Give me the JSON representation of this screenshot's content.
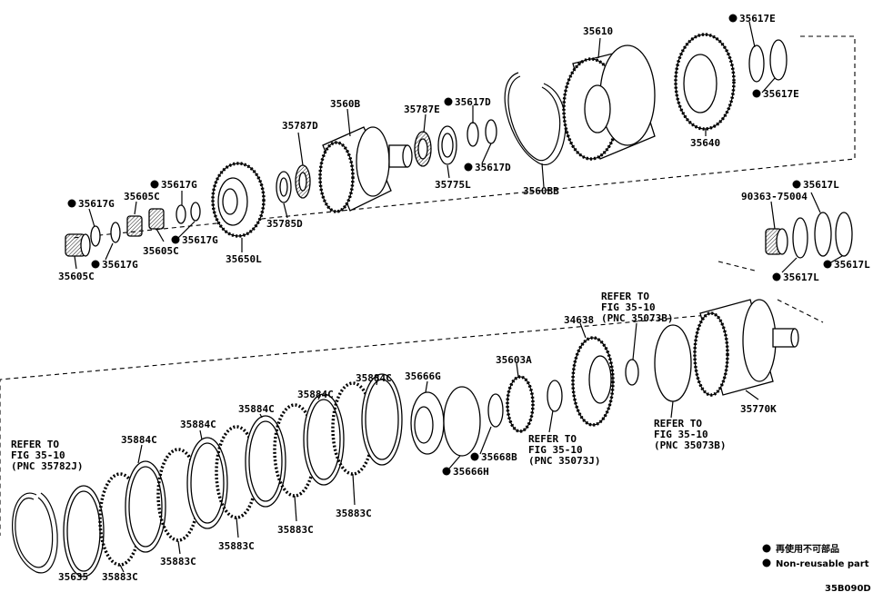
{
  "diagram_code": "35B090D",
  "legend": {
    "jp": "再使用不可部品",
    "en": "Non-reusable part"
  },
  "labels": {
    "p35617E_top": "35617E",
    "p35610": "35610",
    "p35617E_bot": "35617E",
    "p35640": "35640",
    "p3560B": "3560B",
    "p35787D": "35787D",
    "p35787E": "35787E",
    "p35617D_top": "35617D",
    "p35617D_bot": "35617D",
    "p35775L": "35775L",
    "p3560BB": "3560BB",
    "p35785D": "35785D",
    "p35650L": "35650L",
    "p35617G_a": "35617G",
    "p35605C_a": "35605C",
    "p35617G_b": "35617G",
    "p35617G_c": "35617G",
    "p35605C_b": "35605C",
    "p35617G_d": "35617G",
    "p35605C_c": "35605C",
    "p90363": "90363-75004",
    "p35617L_a": "35617L",
    "p35617L_b": "35617L",
    "p35617L_c": "35617L",
    "p34638": "34638",
    "refer_top_1": "REFER TO",
    "refer_top_2": "FIG 35-10",
    "refer_top_3": "(PNC 35073B)",
    "p35770K": "35770K",
    "refer_right_1": "REFER TO",
    "refer_right_2": "FIG 35-10",
    "refer_right_3": "(PNC 35073B)",
    "p35603A": "35603A",
    "refer_mid_1": "REFER TO",
    "refer_mid_2": "FIG 35-10",
    "refer_mid_3": "(PNC 35073J)",
    "p35666G": "35666G",
    "p35668B": "35668B",
    "p35666H": "35666H",
    "p35884C_1": "35884C",
    "p35884C_2": "35884C",
    "p35884C_3": "35884C",
    "p35884C_4": "35884C",
    "p35884C_5": "35884C",
    "p35883C_1": "35883C",
    "p35883C_2": "35883C",
    "p35883C_3": "35883C",
    "p35883C_4": "35883C",
    "p35883C_5": "35883C",
    "p35635": "35635",
    "refer_left_1": "REFER TO",
    "refer_left_2": "FIG 35-10",
    "refer_left_3": "(PNC 35782J)"
  }
}
